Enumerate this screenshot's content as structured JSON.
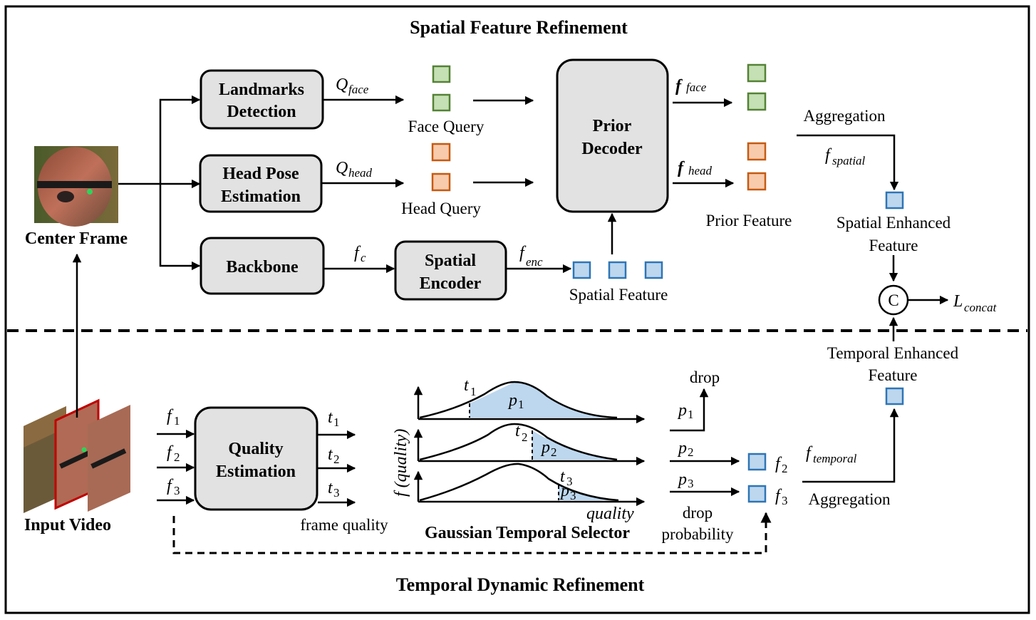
{
  "titles": {
    "spatial": "Spatial Feature  Refinement",
    "temporal": "Temporal Dynamic  Refinement"
  },
  "boxes": {
    "landmarks_1": "Landmarks",
    "landmarks_2": "Detection",
    "headpose_1": "Head Pose",
    "headpose_2": "Estimation",
    "backbone": "Backbone",
    "encoder_1": "Spatial",
    "encoder_2": "Encoder",
    "decoder_1": "Prior",
    "decoder_2": "Decoder",
    "quality_1": "Quality",
    "quality_2": "Estimation"
  },
  "labels": {
    "center_frame": "Center Frame",
    "input_video": "Input Video",
    "face_query": "Face Query",
    "head_query": "Head Query",
    "spatial_feature": "Spatial Feature",
    "prior_feature": "Prior Feature",
    "aggregation_top": "Aggregation",
    "spatial_enhanced_1": "Spatial Enhanced",
    "spatial_enhanced_2": "Feature",
    "temporal_enhanced_1": "Temporal  Enhanced",
    "temporal_enhanced_2": "Feature",
    "aggregation_bottom": "Aggregation",
    "drop": "drop",
    "drop_prob_1": "drop",
    "drop_prob_2": "probability",
    "frame_quality": "frame quality",
    "gts": "Gaussian Temporal Selector",
    "concat_symbol": "C"
  },
  "math": {
    "Q": "Q",
    "Q_face_sub": "face",
    "Q_head_sub": "head",
    "f": "f",
    "f_c_sub": "c",
    "f_enc_sub": "enc",
    "f_face_sub": "face",
    "f_head_sub": "head",
    "f_spatial_sub": "spatial",
    "f_temporal_sub": "temporal",
    "L": "L",
    "L_concat_sub": "concat",
    "t": "t",
    "p": "p",
    "idx1": "1",
    "idx2": "2",
    "idx3": "3",
    "y_axis": "f (quality)",
    "x_axis": "quality"
  },
  "colors": {
    "box_fill": "#e2e2e2",
    "face_query": "#c5e0b4",
    "head_query": "#f8cbad",
    "spatial_feature": "#bdd7ee",
    "gaussian_fill": "#bdd7ee"
  },
  "icons": [
    "face-thumbnail",
    "video-frames",
    "concat-circle"
  ]
}
